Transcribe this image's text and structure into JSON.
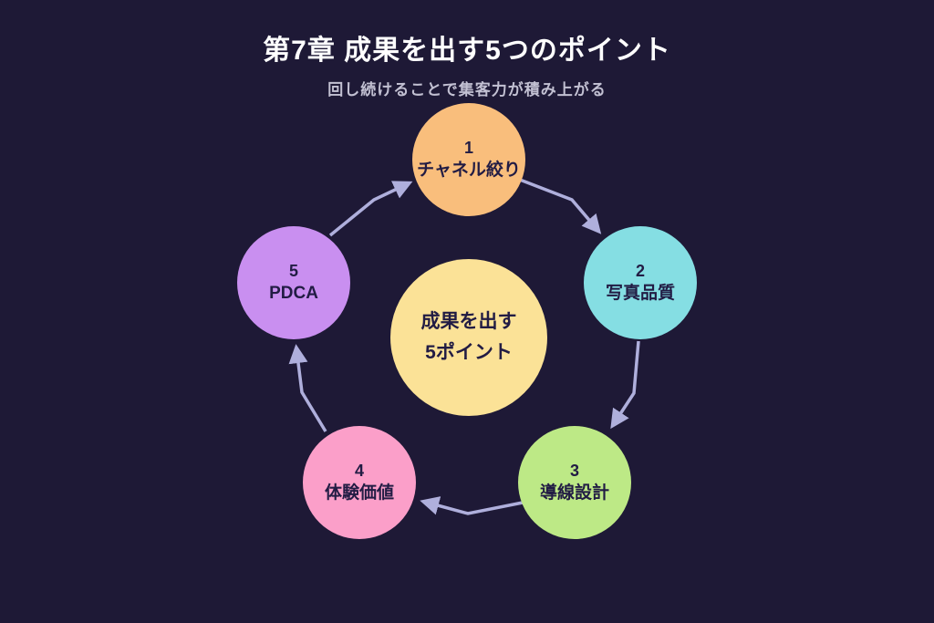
{
  "header": {
    "title": "第7章 成果を出す5つのポイント",
    "subtitle": "回し続けることで集客力が積み上がる"
  },
  "center": {
    "line1": "成果を出す",
    "line2": "5ポイント",
    "color": "#FBE297"
  },
  "nodes": [
    {
      "number": "1",
      "label": "チャネル絞り",
      "color": "#F9BE7C"
    },
    {
      "number": "2",
      "label": "写真品質",
      "color": "#85DEE3"
    },
    {
      "number": "3",
      "label": "導線設計",
      "color": "#BDE986"
    },
    {
      "number": "4",
      "label": "体験価値",
      "color": "#FB9FC9"
    },
    {
      "number": "5",
      "label": "PDCA",
      "color": "#C98FF0"
    }
  ],
  "colors": {
    "background": "#1E1936",
    "arrow": "#AFAFDC",
    "node_text": "#221C44",
    "title": "#FFFFFF",
    "subtitle": "#C2C0D2"
  }
}
